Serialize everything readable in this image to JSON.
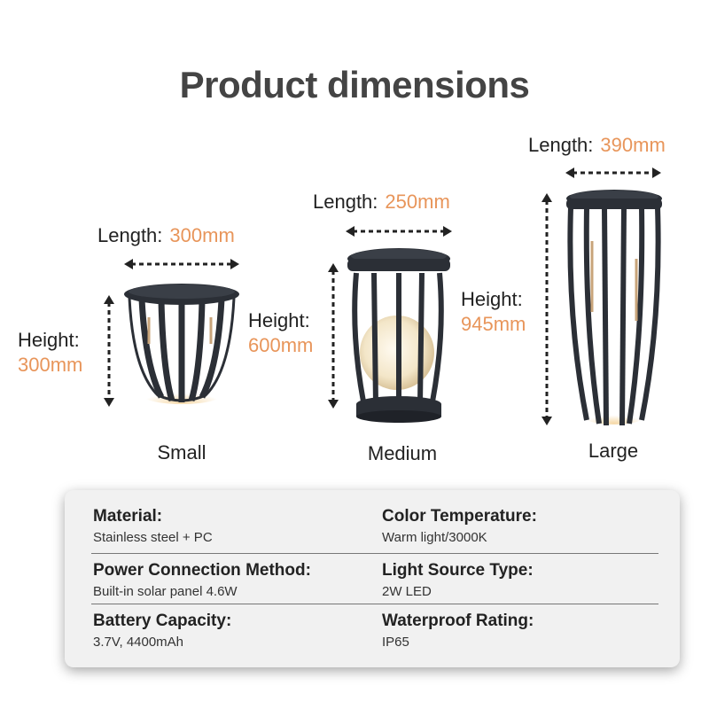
{
  "title": "Product dimensions",
  "labels": {
    "length": "Length:",
    "height": "Height:"
  },
  "products": [
    {
      "name": "Small",
      "length": "300mm",
      "height": "300mm"
    },
    {
      "name": "Medium",
      "length": "250mm",
      "height": "600mm"
    },
    {
      "name": "Large",
      "length": "390mm",
      "height": "945mm"
    }
  ],
  "specs": [
    {
      "key": "Material:",
      "value": "Stainless steel + PC"
    },
    {
      "key": "Color Temperature:",
      "value": "Warm light/3000K"
    },
    {
      "key": "Power Connection Method:",
      "value": "Built-in solar panel 4.6W"
    },
    {
      "key": "Light Source Type:",
      "value": "2W LED"
    },
    {
      "key": "Battery Capacity:",
      "value": "3.7V, 4400mAh"
    },
    {
      "key": "Waterproof Rating:",
      "value": "IP65"
    }
  ],
  "colors": {
    "accent": "#e8955a",
    "lamp": "#2b2f36",
    "glow": "#f3e6c8"
  }
}
